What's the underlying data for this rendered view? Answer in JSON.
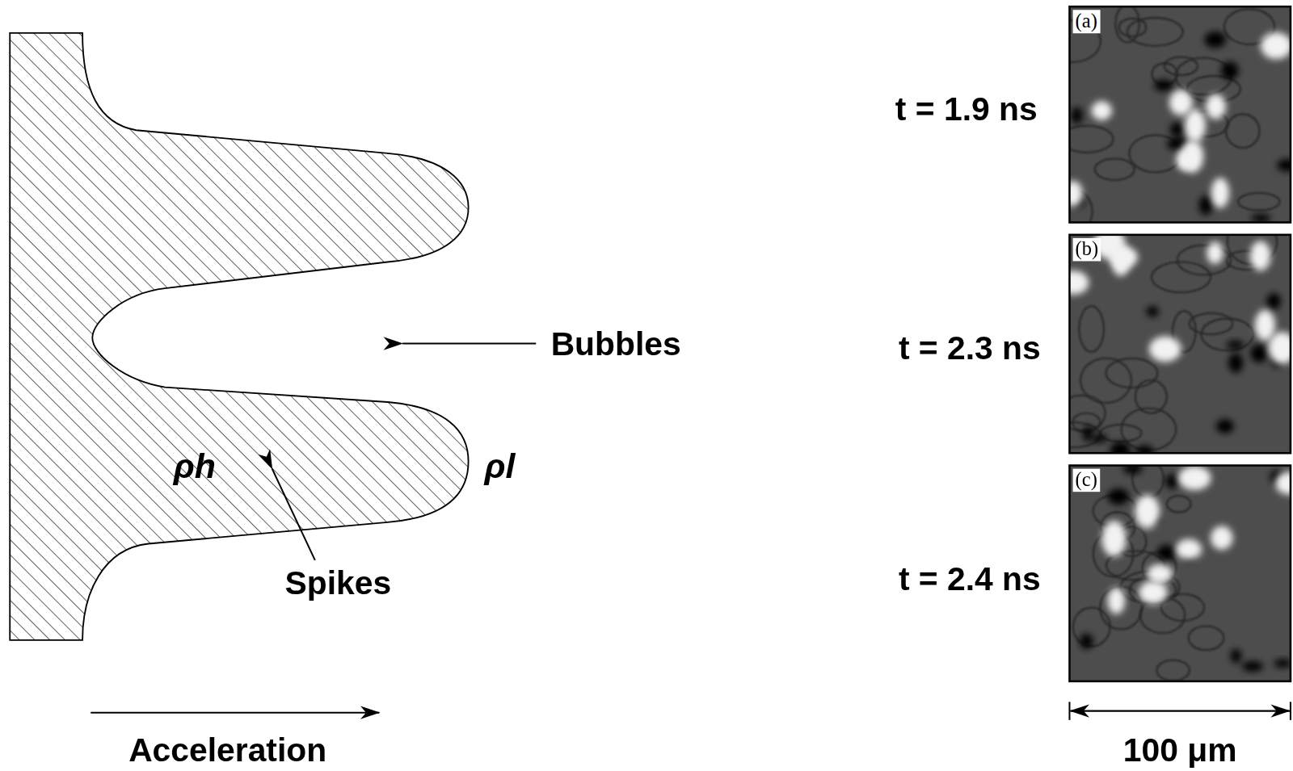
{
  "diagram": {
    "labels": [
      "Bubbles",
      "Spikes",
      "ρh",
      "ρl",
      "Acceleration",
      "t = 1.9 ns",
      "t = 2.3 ns",
      "t = 2.4 ns",
      "(a)",
      "(b)",
      "(c)",
      "100 μm"
    ]
  }
}
